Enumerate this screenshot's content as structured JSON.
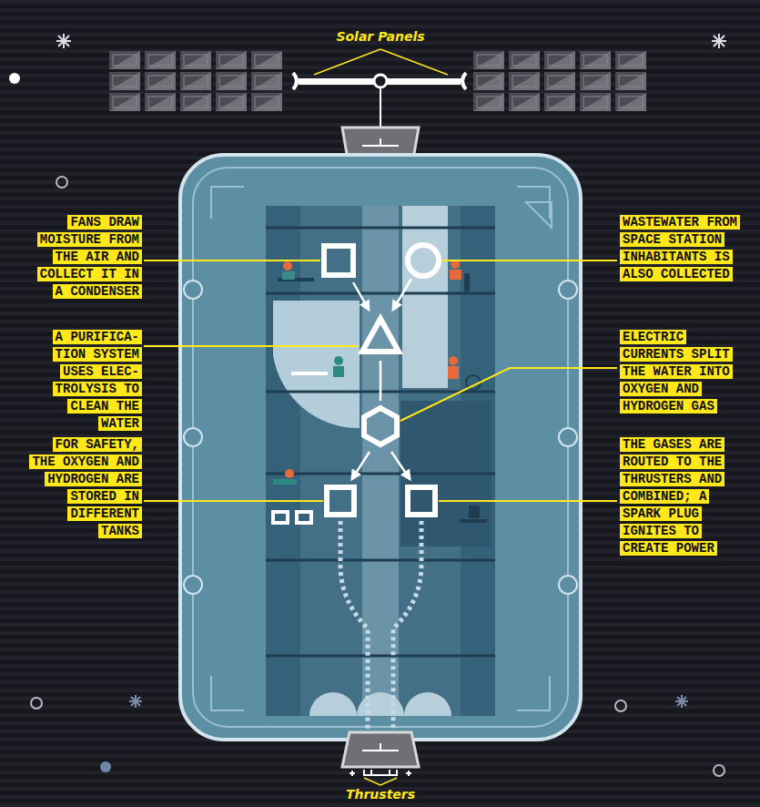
{
  "diagram": {
    "nodes": [
      {
        "text": [
          "FANS DRAW MOISTURE FROM THE AIR AND COLLECT IT IN A CONDENSER"
        ]
      },
      {
        "text": [
          "WASTEWATER FROM SPACE STATION INHABITANTS IS ALSO COLLECTED"
        ]
      },
      {
        "text": [
          "A PURIFICA- TION SYSTEM USES ELEC- TROLYSIS TO CLEAN THE WATER"
        ]
      },
      {
        "text": [
          "ELECTRIC CURRENTS SPLIT THE WATER INTO OXYGEN AND HYDROGEN GAS"
        ]
      },
      {
        "text": [
          "FOR SAFETY, THE OXYGEN AND HYDROGEN ARE STORED IN DIFFERENT TANKS"
        ]
      },
      {
        "text": [
          "THE GASES ARE ROUTED TO THE THRUSTERS AND COMBINED; A SPARK PLUG IGNITES TO CREATE POWER"
        ]
      }
    ],
    "labels": [
      "Solar Panels",
      "Thrusters"
    ]
  }
}
